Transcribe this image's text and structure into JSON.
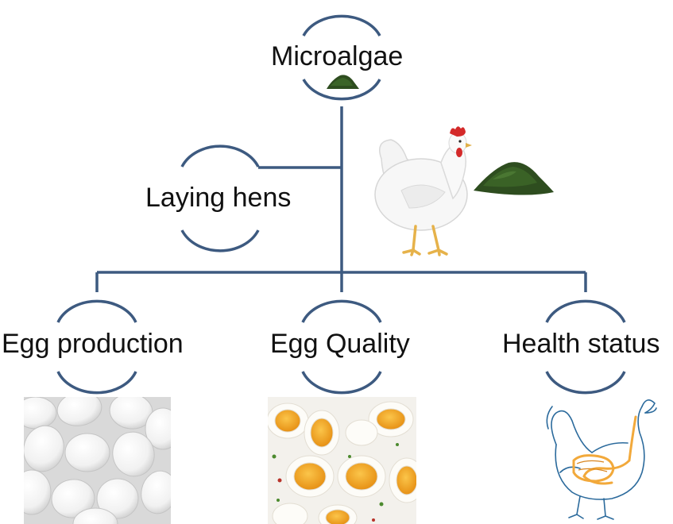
{
  "diagram": {
    "root": {
      "label": "Microalgae"
    },
    "level1": {
      "label": "Laying hens"
    },
    "outcomes": [
      {
        "label": "Egg production"
      },
      {
        "label": "Egg Quality"
      },
      {
        "label": "Health status"
      }
    ],
    "colors": {
      "connector": "#3d5a80",
      "algae": "#2e4d1f",
      "egg_yolk": "#f4a81c",
      "hen_comb": "#d42a2a",
      "anatomy_line": "#2b6a9c",
      "anatomy_organ": "#f2a93b"
    },
    "images": {
      "root": "algae-powder",
      "level1": "white-hen-with-algae-powder",
      "outcome_0": "white-eggs-photo",
      "outcome_1": "boiled-egg-halves-photo",
      "outcome_2": "hen-digestive-anatomy-drawing"
    }
  }
}
